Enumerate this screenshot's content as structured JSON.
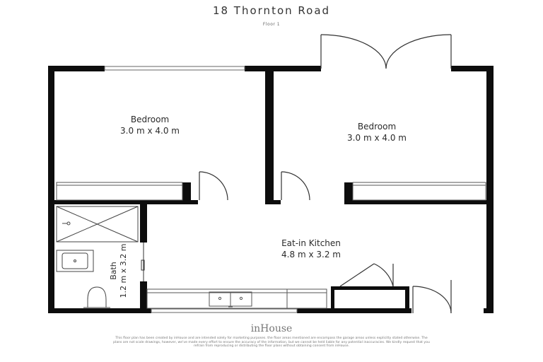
{
  "header": {
    "address": "18 Thornton Road",
    "floor": "Floor 1"
  },
  "rooms": [
    {
      "name": "Bedroom",
      "dimensions": "3.0 m x 4.0 m"
    },
    {
      "name": "Bedroom",
      "dimensions": "3.0 m x 4.0 m"
    },
    {
      "name": "Eat-in Kitchen",
      "dimensions": "4.8 m x 3.2 m"
    },
    {
      "name": "Bath",
      "dimensions": "1.2 m x 3.2 m"
    }
  ],
  "footer": {
    "logo": "inHouse",
    "disclaimer": "This floor plan has been created by inHouse and are intended solely for marketing purposes. the floor areas mentioned are encompass the garage areas unless explicitly stated otherwise. The plans are not scale drawings, however, we've made every effort to ensure the accuracy of the information, but we cannot be held liable for any potential inaccuracies. We kindly request that you refrain from reproducing or distributing the floor plans without obtaining consent from inHouse."
  },
  "colors": {
    "wall": "#0d0d0d",
    "fixture_line": "#444444",
    "text": "#2a2a2a"
  }
}
